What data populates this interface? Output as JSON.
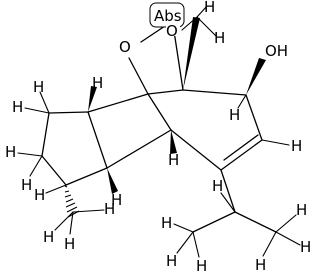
{
  "atoms": {
    "hydrogen": "H",
    "oxygen": "O",
    "hydroxyl": "OH",
    "abs_label": "Abs"
  }
}
